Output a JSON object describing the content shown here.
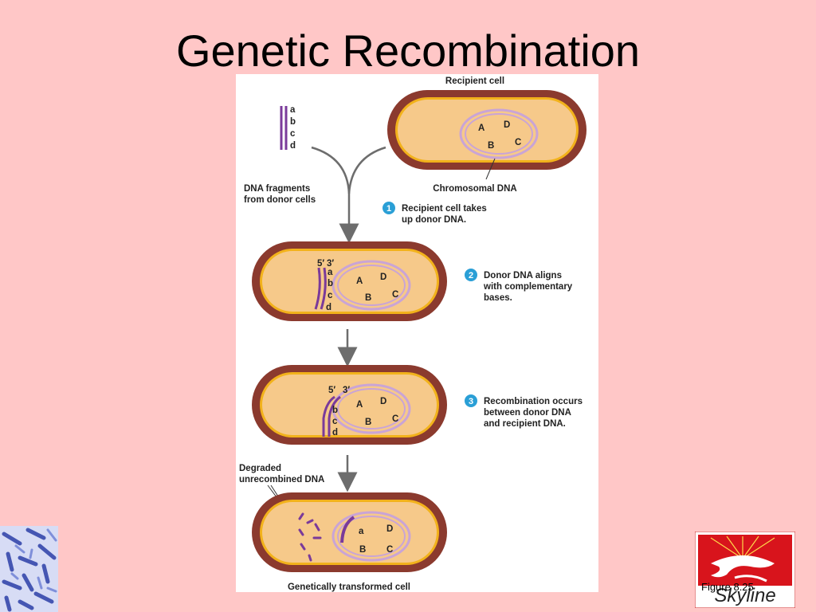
{
  "slide": {
    "title": "Genetic Recombination",
    "figure_label": "Figure 8.25",
    "logo_text": "Skyline"
  },
  "diagram": {
    "recipient_cell_label": "Recipient cell",
    "chromosomal_dna_label": "Chromosomal DNA",
    "donor_fragments_label": [
      "DNA fragments",
      "from donor cells"
    ],
    "degraded_label": [
      "Degraded",
      "unrecombined DNA"
    ],
    "transformed_label": "Genetically transformed cell",
    "donor_genes": [
      "a",
      "b",
      "c",
      "d"
    ],
    "recipient_genes": [
      "A",
      "B",
      "C",
      "D"
    ],
    "strand_ends": [
      "5′",
      "3′"
    ],
    "steps": [
      {
        "number": "1",
        "lines": [
          "Recipient cell takes",
          "up donor DNA."
        ]
      },
      {
        "number": "2",
        "lines": [
          "Donor DNA aligns",
          "with complementary",
          "bases."
        ]
      },
      {
        "number": "3",
        "lines": [
          "Recombination occurs",
          "between donor DNA",
          "and recipient DNA."
        ]
      }
    ],
    "colors": {
      "cell_wall": "#8b3a2e",
      "cell_inner": "#f6c98a",
      "membrane": "#f2b21b",
      "chromosome": "#c9a4d6",
      "donor_dna": "#7a3a9a",
      "arrow": "#6d6d6d",
      "step_badge": "#2a9fd6"
    }
  }
}
